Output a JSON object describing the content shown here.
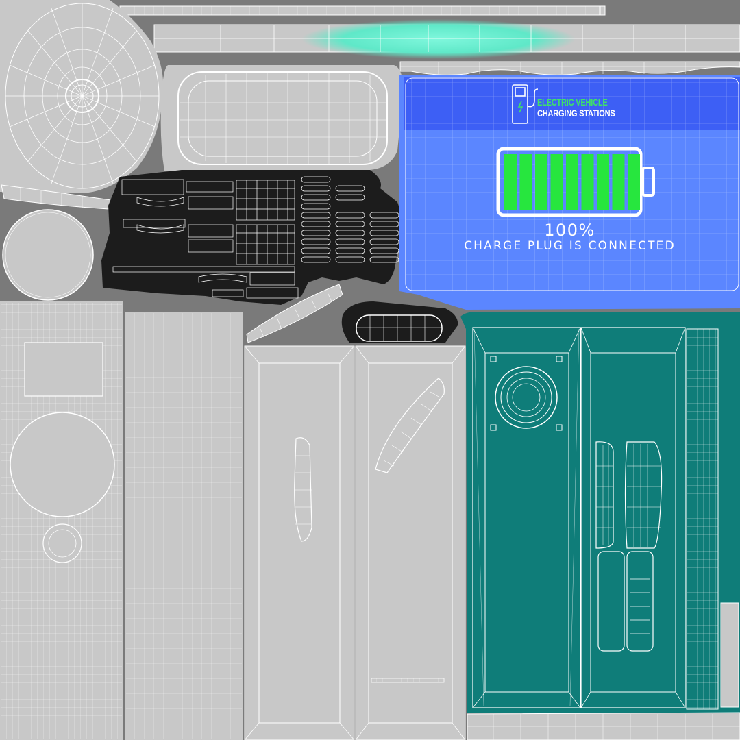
{
  "brand": {
    "line1": "ELECTRIC VEHICLE",
    "line2": "CHARGING STATIONS",
    "icon": "charging-station-icon"
  },
  "battery": {
    "level_fraction": 1.0,
    "cells": 9,
    "percent_label": "100%",
    "status_label": "CHARGE PLUG IS CONNECTED",
    "icon": "battery-icon"
  },
  "colors": {
    "background": "#7a7a7a",
    "light_panel": "#c8c8c8",
    "black_island": "#1c1c1c",
    "screen_blue_top": "#3d5ff5",
    "screen_blue": "#5b86ff",
    "battery_green": "#27e63e",
    "teal_panel": "#0f7d79",
    "glow": "#66f0cf",
    "wire": "#ffffff"
  }
}
